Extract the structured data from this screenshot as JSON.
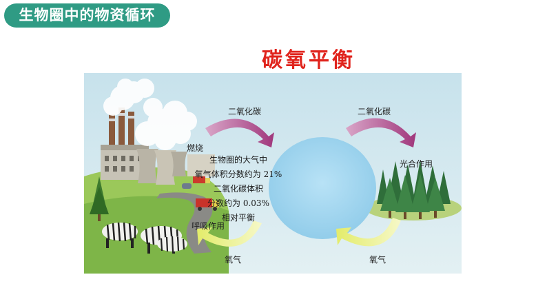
{
  "header": {
    "title": "生物圈中的物资循环"
  },
  "diagram": {
    "title": "碳氧平衡",
    "labels": {
      "co2_left": "二氧化碳",
      "co2_right": "二氧化碳",
      "burning": "燃烧",
      "photosynthesis": "光合作用",
      "respiration": "呼吸作用",
      "o2_left": "氧气",
      "o2_right": "氧气"
    },
    "center_lines": [
      "生物圈的大气中",
      "氧气体积分数约为 21%",
      "二氧化碳体积",
      "分数约为 0.03%",
      "相对平衡"
    ]
  },
  "colors": {
    "header_bg": "#2f9b84",
    "title_red": "#e0241d",
    "sky": "#cfe6ef",
    "center_circle": "#9fd4ef",
    "co2_arrow": "#a3417f",
    "o2_arrow": "#e7ee7a"
  }
}
